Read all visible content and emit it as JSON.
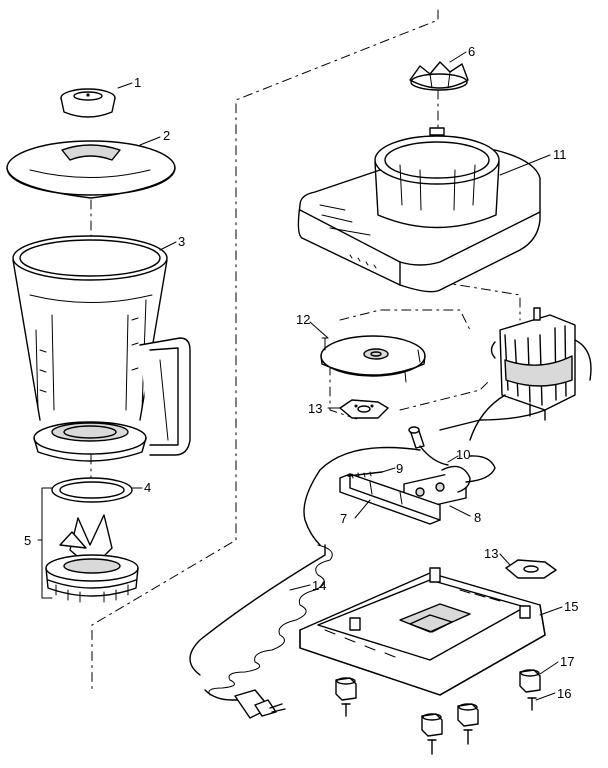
{
  "diagram": {
    "callouts": [
      {
        "id": "1",
        "label": "1"
      },
      {
        "id": "2",
        "label": "2"
      },
      {
        "id": "3",
        "label": "3"
      },
      {
        "id": "4",
        "label": "4"
      },
      {
        "id": "5",
        "label": "5"
      },
      {
        "id": "6",
        "label": "6"
      },
      {
        "id": "7",
        "label": "7"
      },
      {
        "id": "8",
        "label": "8"
      },
      {
        "id": "9",
        "label": "9"
      },
      {
        "id": "10",
        "label": "10"
      },
      {
        "id": "11",
        "label": "11"
      },
      {
        "id": "12",
        "label": "12"
      },
      {
        "id": "13a",
        "label": "13"
      },
      {
        "id": "13b",
        "label": "13"
      },
      {
        "id": "14",
        "label": "14"
      },
      {
        "id": "15",
        "label": "15"
      },
      {
        "id": "16",
        "label": "16"
      },
      {
        "id": "17",
        "label": "17"
      }
    ]
  }
}
